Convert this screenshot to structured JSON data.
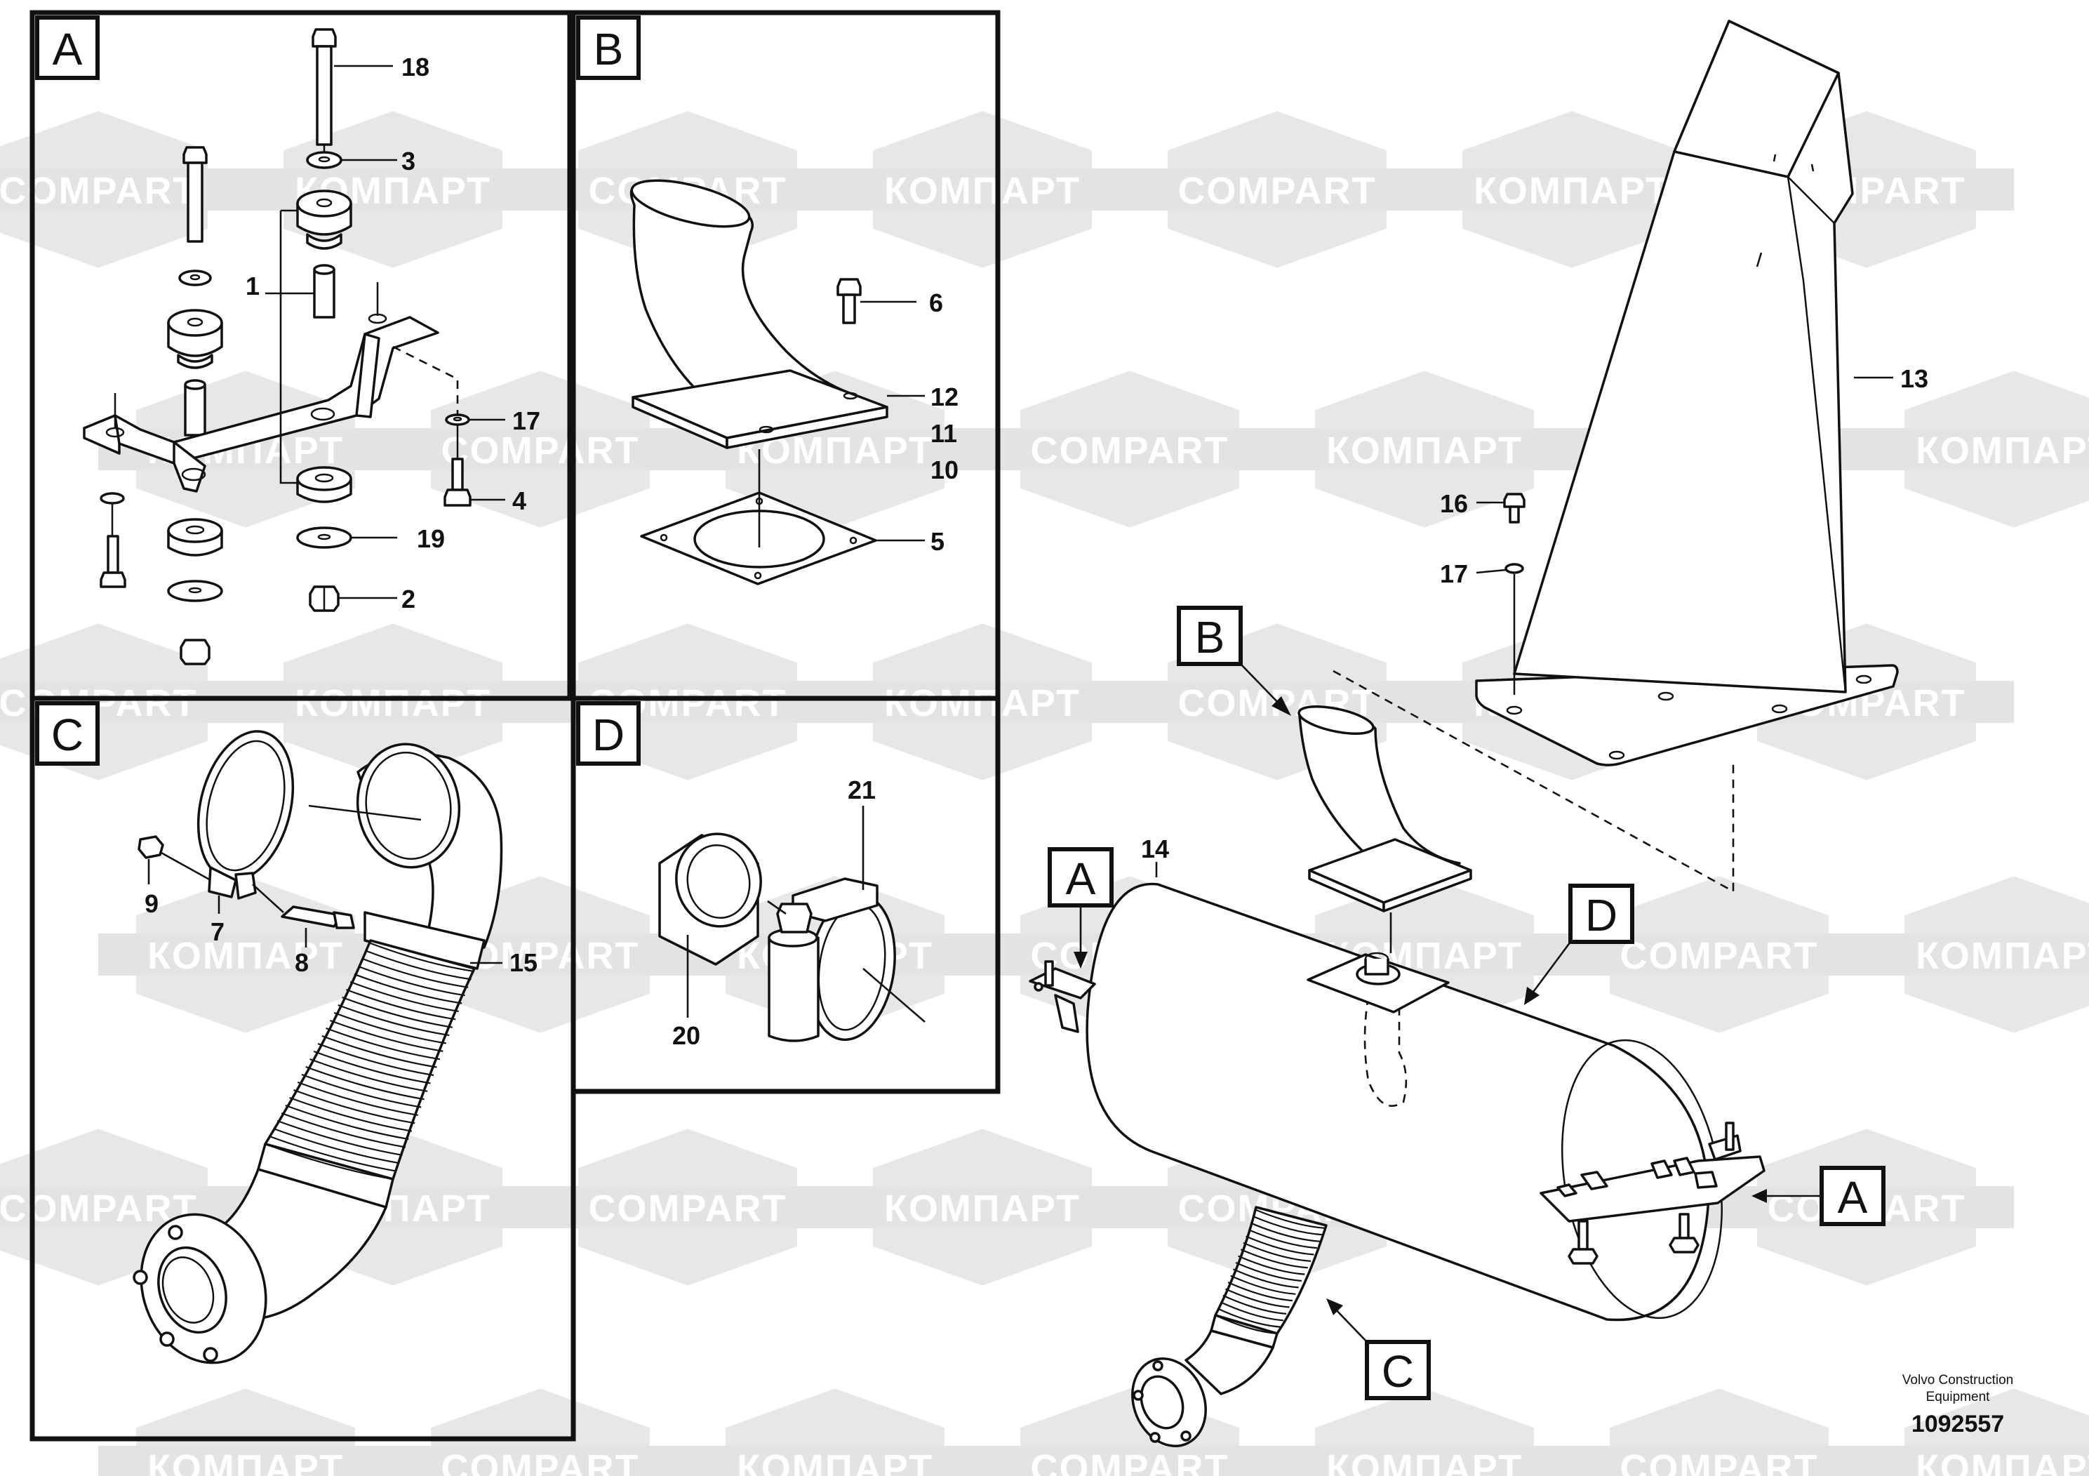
{
  "watermark": {
    "latin": "COMPART",
    "cyrillic": "КОМПАРТ"
  },
  "panels": [
    {
      "id": "A",
      "label": "A"
    },
    {
      "id": "B",
      "label": "B"
    },
    {
      "id": "C",
      "label": "C"
    },
    {
      "id": "D",
      "label": "D"
    }
  ],
  "assembly_tags": [
    "B",
    "A",
    "D",
    "A",
    "C"
  ],
  "callouts": {
    "p18": "18",
    "p3": "3",
    "p1": "1",
    "p17a": "17",
    "p4": "4",
    "p19": "19",
    "p2": "2",
    "p6": "6",
    "p12": "12",
    "p11": "11",
    "p10": "10",
    "p5": "5",
    "p9": "9",
    "p7": "7",
    "p8": "8",
    "p15": "15",
    "p21": "21",
    "p20": "20",
    "p13": "13",
    "p16": "16",
    "p17b": "17",
    "p14": "14"
  },
  "footer": {
    "company_line1": "Volvo Construction",
    "company_line2": "Equipment",
    "drawing_number": "1092557"
  }
}
